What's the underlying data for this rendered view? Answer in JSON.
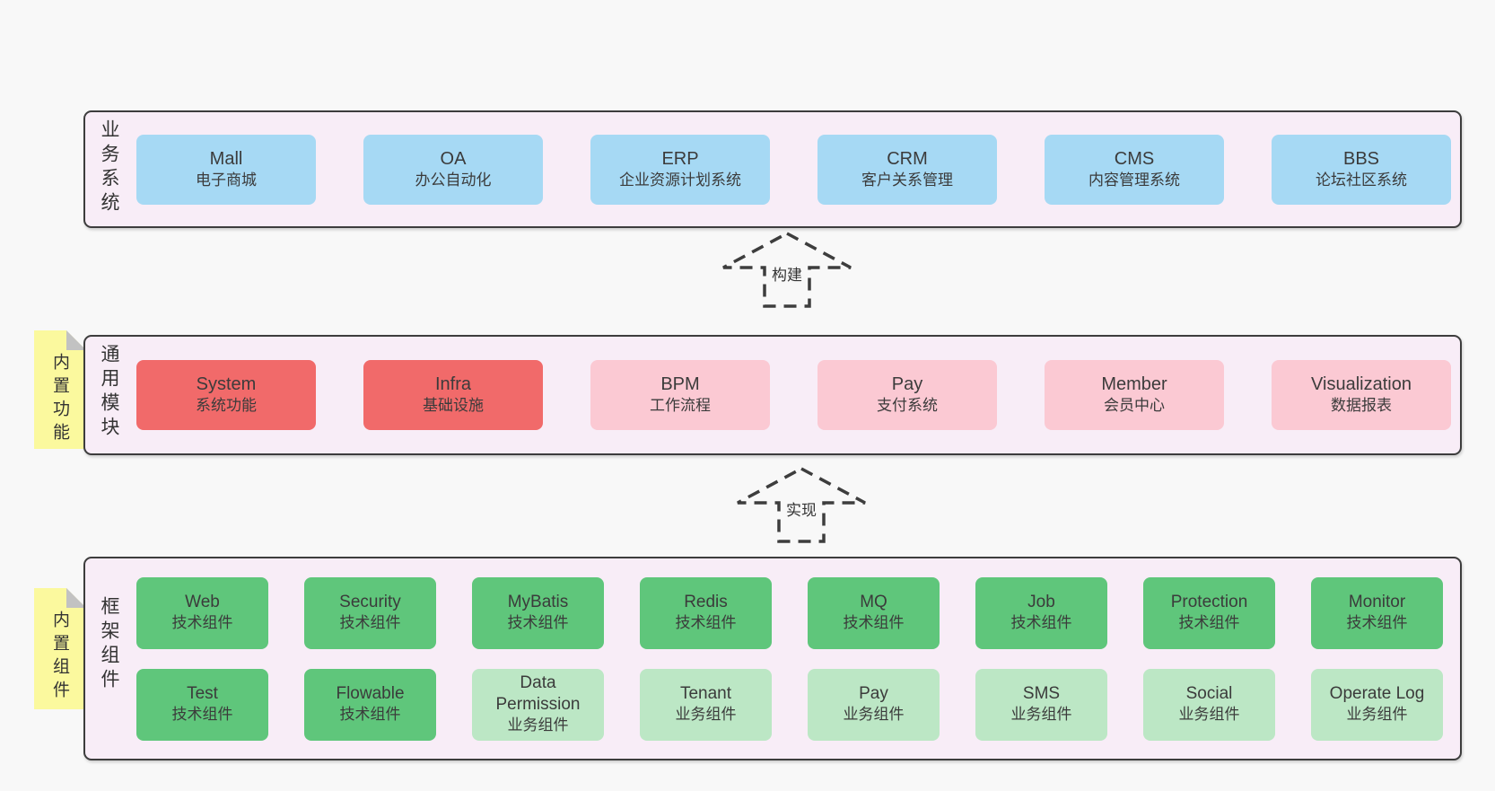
{
  "colors": {
    "page-bg": "#f8f8f8",
    "band-bg": "#f8edf7",
    "line": "#3d3d3d",
    "blue": "#a6d9f4",
    "red": "#f16a6a",
    "pink": "#fbc9d3",
    "green": "#5fc67b",
    "lightgreen": "#bce7c5",
    "yellow": "#fbf99e",
    "fold": "#c2c2c2",
    "text": "#3b3b3b"
  },
  "arrows": [
    {
      "label": "构建"
    },
    {
      "label": "实现"
    }
  ],
  "layers": [
    {
      "label": "业务系统",
      "boxes": [
        {
          "name": "Mall",
          "desc": "电子商城",
          "variant": "blue"
        },
        {
          "name": "OA",
          "desc": "办公自动化",
          "variant": "blue"
        },
        {
          "name": "ERP",
          "desc": "企业资源计划系统",
          "variant": "blue"
        },
        {
          "name": "CRM",
          "desc": "客户关系管理",
          "variant": "blue"
        },
        {
          "name": "CMS",
          "desc": "内容管理系统",
          "variant": "blue"
        },
        {
          "name": "BBS",
          "desc": "论坛社区系统",
          "variant": "blue"
        }
      ]
    },
    {
      "label": "通用模块",
      "note": "内置功能",
      "boxes": [
        {
          "name": "System",
          "desc": "系统功能",
          "variant": "red"
        },
        {
          "name": "Infra",
          "desc": "基础设施",
          "variant": "red"
        },
        {
          "name": "BPM",
          "desc": "工作流程",
          "variant": "pink"
        },
        {
          "name": "Pay",
          "desc": "支付系统",
          "variant": "pink"
        },
        {
          "name": "Member",
          "desc": "会员中心",
          "variant": "pink"
        },
        {
          "name": "Visualization",
          "desc": "数据报表",
          "variant": "pink"
        }
      ]
    },
    {
      "label": "框架组件",
      "note": "内置组件",
      "rows": [
        [
          {
            "name": "Web",
            "desc": "技术组件",
            "variant": "green"
          },
          {
            "name": "Security",
            "desc": "技术组件",
            "variant": "green"
          },
          {
            "name": "MyBatis",
            "desc": "技术组件",
            "variant": "green"
          },
          {
            "name": "Redis",
            "desc": "技术组件",
            "variant": "green"
          },
          {
            "name": "MQ",
            "desc": "技术组件",
            "variant": "green"
          },
          {
            "name": "Job",
            "desc": "技术组件",
            "variant": "green"
          },
          {
            "name": "Protection",
            "desc": "技术组件",
            "variant": "green"
          },
          {
            "name": "Monitor",
            "desc": "技术组件",
            "variant": "green"
          }
        ],
        [
          {
            "name": "Test",
            "desc": "技术组件",
            "variant": "green"
          },
          {
            "name": "Flowable",
            "desc": "技术组件",
            "variant": "green"
          },
          {
            "name": "Data Permission",
            "desc": "业务组件",
            "variant": "lightgreen"
          },
          {
            "name": "Tenant",
            "desc": "业务组件",
            "variant": "lightgreen"
          },
          {
            "name": "Pay",
            "desc": "业务组件",
            "variant": "lightgreen"
          },
          {
            "name": "SMS",
            "desc": "业务组件",
            "variant": "lightgreen"
          },
          {
            "name": "Social",
            "desc": "业务组件",
            "variant": "lightgreen"
          },
          {
            "name": "Operate Log",
            "desc": "业务组件",
            "variant": "lightgreen"
          }
        ]
      ]
    }
  ]
}
